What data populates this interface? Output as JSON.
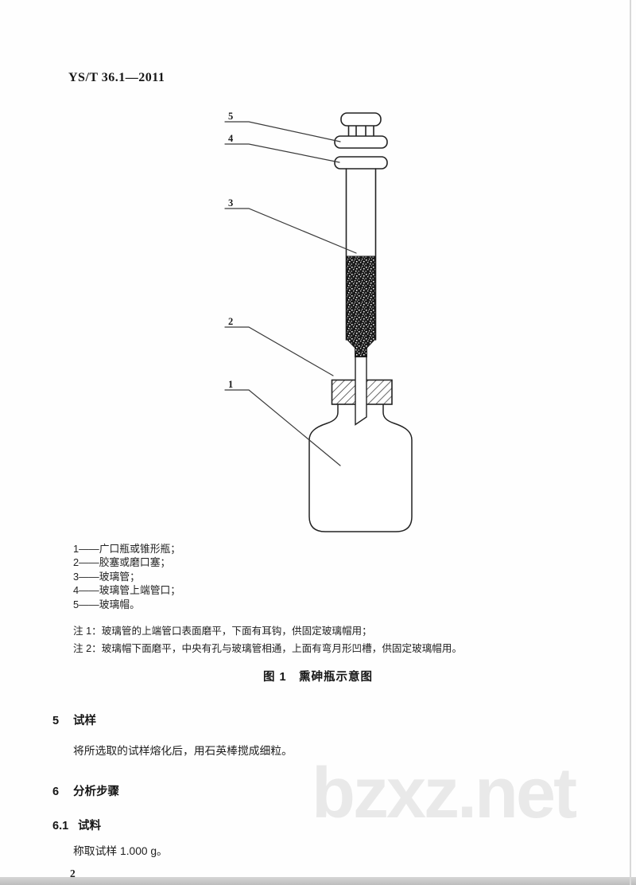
{
  "page": {
    "header": "YS/T 36.1—2011",
    "page_number": "2",
    "watermark": "bzxz.net"
  },
  "figure": {
    "caption": "图 1　熏砷瓶示意图",
    "callouts": [
      "1",
      "2",
      "3",
      "4",
      "5"
    ],
    "legend": [
      "1——广口瓶或锥形瓶；",
      "2——胶塞或磨口塞；",
      "3——玻璃管；",
      "4——玻璃管上端管口；",
      "5——玻璃帽。"
    ],
    "notes": [
      "注 1：玻璃管的上端管口表面磨平，下面有耳钩，供固定玻璃帽用；",
      "注 2：玻璃帽下面磨平，中央有孔与玻璃管相通，上面有弯月形凹槽，供固定玻璃帽用。"
    ]
  },
  "sections": [
    {
      "number": "5",
      "title": "试样"
    },
    {
      "number": "6",
      "title": "分析步骤"
    },
    {
      "number": "6.1",
      "title": "试料"
    }
  ],
  "paragraphs": {
    "sample_prep": "将所选取的试样熔化后，用石英棒搅成细粒。",
    "weigh": "称取试样 1.000 g。"
  }
}
